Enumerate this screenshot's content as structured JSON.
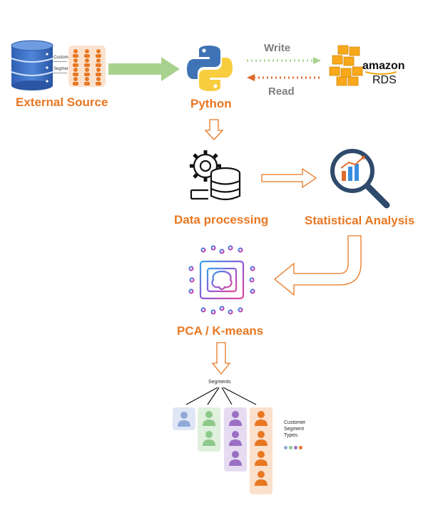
{
  "nodes": {
    "external_source": "External Source",
    "python": "Python",
    "data_processing": "Data processing",
    "statistical_analysis": "Statistical Analysis",
    "pca_kmeans": "PCA / K-means"
  },
  "edges": {
    "write": "Write",
    "read": "Read"
  },
  "aws": {
    "brand": "amazon",
    "product": "RDS"
  },
  "source_thumb": {
    "customer": "Customer",
    "segment": "Segment"
  },
  "segments": {
    "title": "Segments",
    "legend": [
      "Customer",
      "Segment",
      "Types:"
    ],
    "colors": [
      "#8fa9d9",
      "#8cc98a",
      "#9b6fc4",
      "#E87722"
    ]
  }
}
